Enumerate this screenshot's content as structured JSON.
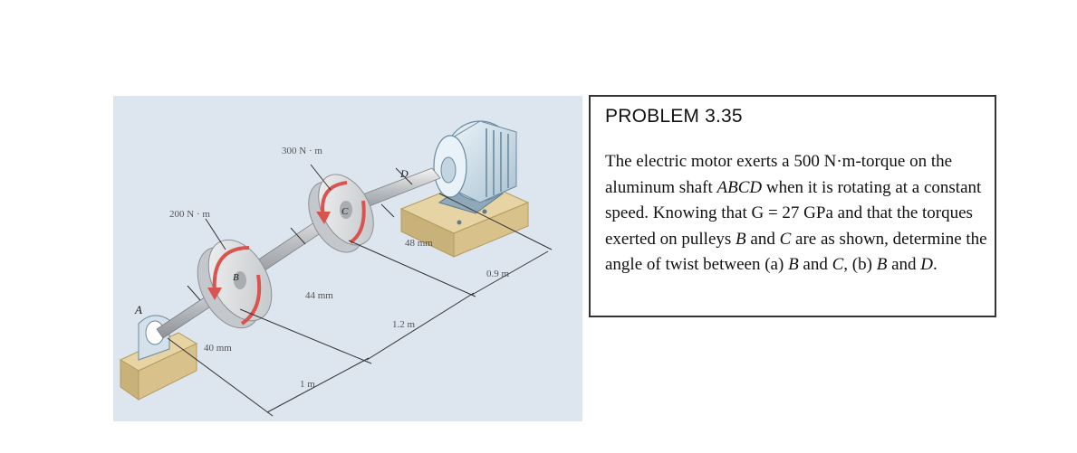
{
  "problem": {
    "title": "PROBLEM 3.35",
    "text_parts": [
      "The electric motor exerts a 500 N·m-torque on the aluminum shaft ",
      "ABCD",
      " when it is rotating at a constant speed. Knowing that G = 27 GPa and that the torques exerted on pulleys ",
      "B",
      " and ",
      "C",
      " are as shown, determine the angle of twist between (a) ",
      "B",
      " and ",
      "C",
      ", (b) ",
      "B",
      " and ",
      "D",
      "."
    ]
  },
  "figure": {
    "labels": {
      "point_a": "A",
      "point_b": "B",
      "point_c": "C",
      "point_d": "D",
      "torque_b": "200 N · m",
      "torque_c": "300 N · m",
      "dia_ab": "40 mm",
      "dia_bc": "44 mm",
      "dia_cd": "48 mm",
      "len_ab": "1 m",
      "len_bc": "1.2 m",
      "len_cd": "0.9 m"
    },
    "colors": {
      "background": "#dde5ef",
      "pedestal": "#d9c38e",
      "torque_arrow": "#d9534f",
      "motor": "#c9dbe6"
    }
  }
}
